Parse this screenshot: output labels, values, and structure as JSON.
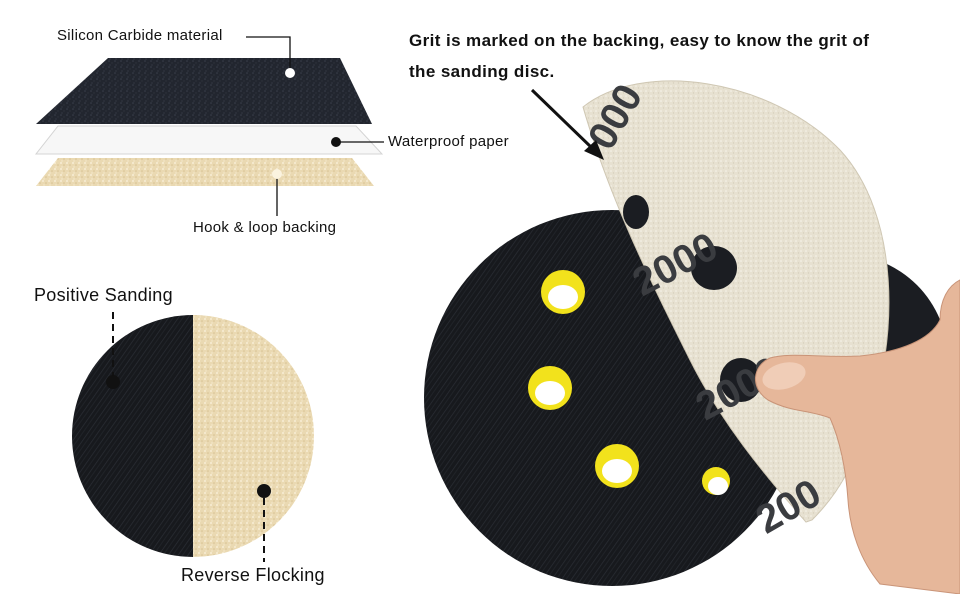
{
  "layers": {
    "silicon_carbide_label": "Silicon Carbide material",
    "waterproof_label": "Waterproof paper",
    "hook_loop_label": "Hook & loop backing"
  },
  "sides": {
    "positive_label": "Positive Sanding",
    "reverse_label": "Reverse Flocking"
  },
  "grit_note": {
    "line1": "Grit is marked on the backing, easy to know the grit of",
    "line2": "the sanding disc."
  },
  "disc": {
    "grit_marking": "2000",
    "grit_marking_partial_top": "000",
    "grit_marking_partial_bottom": "200",
    "hole_accent": "#f2e21c",
    "abrasive_color": "#15171c",
    "backing_color": "#ece6d6"
  }
}
